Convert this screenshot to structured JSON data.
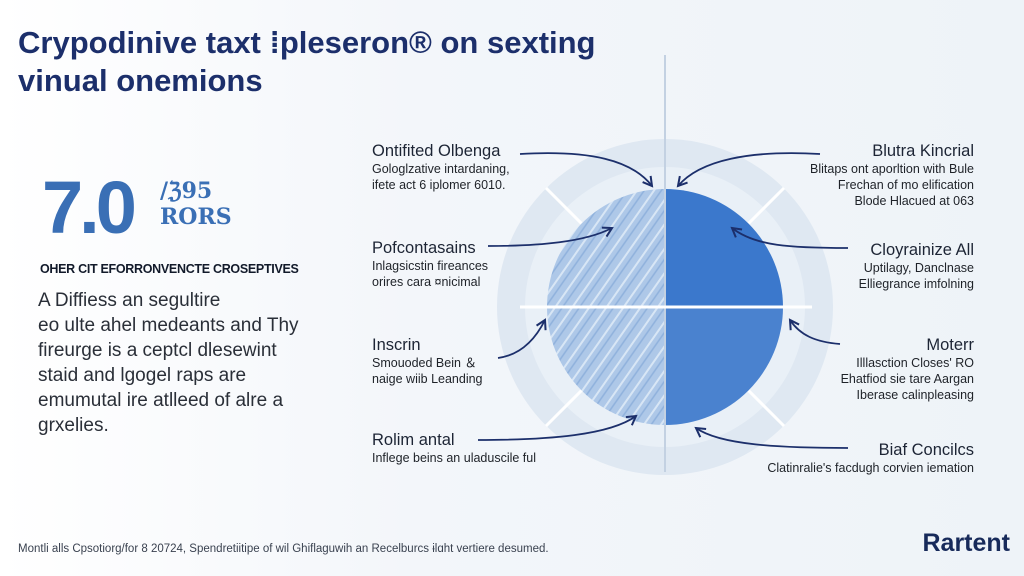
{
  "title": {
    "line1": "Crypodinive taxt ⁞pleseron® on sexting",
    "line2": "vinual onemions"
  },
  "stat": {
    "value": "7.0",
    "side_line1": "/ℨ95",
    "side_line2": "RORS",
    "caption": "OHER CIT EFORRONVENCTE CROSEPTIVES"
  },
  "body_text": [
    "A Diffiess an segultire",
    "eo ulte ahel medeants and Thy",
    "fireurge is a ceptcl dlesewint",
    "staid and lgogel raps are",
    "emumutal ire atlleed of alre a",
    "grxelies."
  ],
  "labels_left": [
    {
      "heading": "Ontifited Olbenga",
      "desc": [
        "Gologlzative intardaning,",
        "ifete act 6 iplomer 6010."
      ]
    },
    {
      "heading": "Pofcontasains",
      "desc": [
        "Inlagsicstin fireances",
        "orires cara ¤nicimal"
      ]
    },
    {
      "heading": "Inscrin",
      "desc": [
        "Smouoded Bein ＆",
        "naige wiib Leanding"
      ]
    },
    {
      "heading": "Rolim antal",
      "desc": [
        "Inflege beins an uladuscile ful"
      ]
    }
  ],
  "labels_right": [
    {
      "heading": "Blutra Kincrial",
      "desc": [
        "Blitaps ont aporltion with Bule",
        "Frechan of mo elification",
        "Blode Hlacued at 063"
      ]
    },
    {
      "heading": "Cloyrainize All",
      "desc": [
        "Uptilagy, Danclnase",
        "Elliegrance imfolning"
      ]
    },
    {
      "heading": "Moterr",
      "desc": [
        "Illlasction Closes' RO",
        "Ehatfiod sie tare Aargan",
        "Iberase calinpleasing"
      ]
    },
    {
      "heading": "Biaf Concilcs",
      "desc": [
        "Clatinralie's facdugh corvien iemation"
      ]
    }
  ],
  "footer": "Montli alls Cpsotiorg/for 8 20724, Spendretiitipe of wil Ghiflaguwih an Recelburcs ɨlɑht vertiere desumed.",
  "brand": "Rartent",
  "colors": {
    "primary": "#1c2f6b",
    "accent": "#3a6fb5",
    "quadrant_solid": "#3b78cc",
    "quadrant_light": "#a9c4e6",
    "ring": "#dbe5f0"
  }
}
